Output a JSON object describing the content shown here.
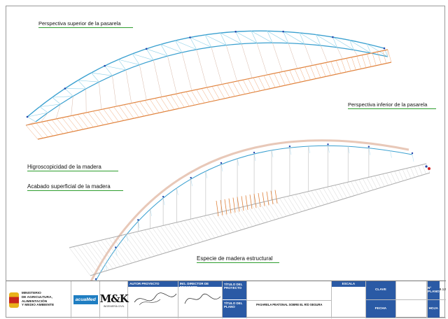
{
  "headings": {
    "top_view": "Perspectiva superior de la pasarela",
    "bottom_view": "Perspectiva inferior de la pasarela",
    "hygroscopicity": "Higroscopicidad de la madera",
    "surface_finish": "Acabado superficial de la madera",
    "wood_species": "Especie de madera estructural"
  },
  "notes": {
    "hygroscopicity": [],
    "surface_finish": [],
    "wood_species": []
  },
  "title_block": {
    "ministry_lines": [
      "MINISTERIO",
      "DE AGRICULTURA, ALIMENTACIÓN",
      "Y MEDIO AMBIENTE"
    ],
    "acuamed": "acuaMed",
    "mk_logo": "M&K",
    "mk_subtitle": "INGENIERÍA CIVIL",
    "author_label": "AUTOR PROYECTO",
    "director_label": "ING. DIRECTOR DE PROYECTO",
    "author_name": "",
    "director_name": "",
    "titulo_proyecto_label": "TÍTULO DEL PROYECTO",
    "titulo_plano_label": "TÍTULO DEL PLANO",
    "project_title_lines": [],
    "plan_title": "PASARELA PEATONAL SOBRE EL RÍO SEGURA",
    "escala_label": "ESCALA",
    "escala_value": "",
    "clave_label": "CLAVE",
    "clave_value": "",
    "fecha_label": "FECHA",
    "fecha_value": "",
    "plano_label": "Nº PLANO",
    "plano_value": "8.12",
    "hoja_label": "HOJA",
    "hoja_value": ""
  },
  "colors": {
    "heading_rule": "#2e9e2e",
    "structure_blue": "#3aa0d0",
    "deck_orange": "#e0823c",
    "titleblock_blue": "#2a5aa5",
    "note_orange": "#d9652b",
    "note_red": "#d42020"
  }
}
